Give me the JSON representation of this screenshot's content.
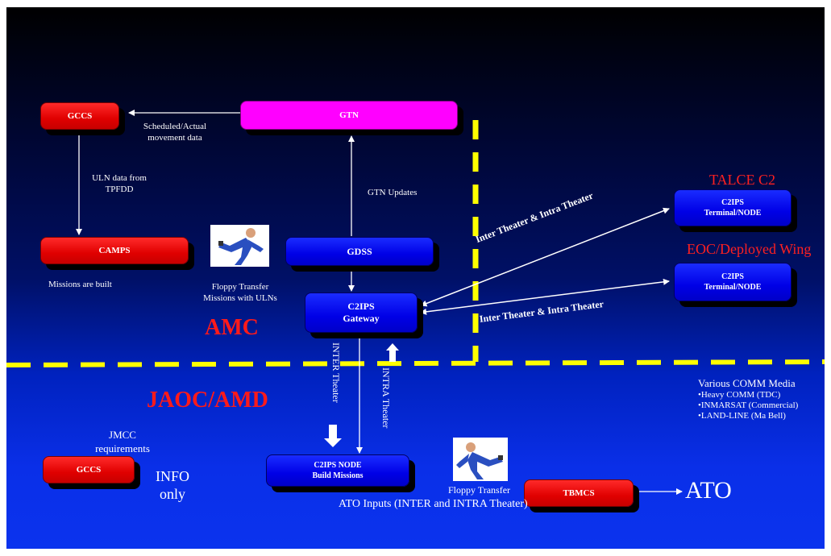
{
  "boxes": {
    "gccs_top": "GCCS",
    "gtn": "GTN",
    "camps": "CAMPS",
    "gdss": "GDSS",
    "c2ips_gateway_line1": "C2IPS",
    "c2ips_gateway_line2": "Gateway",
    "talce_node_line1": "C2IPS",
    "talce_node_line2": "Terminal/NODE",
    "eoc_node_line1": "C2IPS",
    "eoc_node_line2": "Terminal/NODE",
    "gccs_bottom": "GCCS",
    "c2ips_node_line1": "C2IPS NODE",
    "c2ips_node_line2": "Build Missions",
    "tbmcs": "TBMCS"
  },
  "labels": {
    "scheduled_line1": "Scheduled/Actual",
    "scheduled_line2": "movement data",
    "uln_line1": "ULN data from",
    "uln_line2": "TPFDD",
    "gtn_updates": "GTN Updates",
    "missions_built": "Missions are built",
    "floppy_top_line1": "Floppy Transfer",
    "floppy_top_line2": "Missions with ULNs",
    "inter_intra_top": "Inter Theater & Intra Theater",
    "inter_intra_bottom": "Inter Theater & Intra Theater",
    "inter_theater_vertical": "INTER Theater",
    "intra_theater_vertical": "INTRA Theater",
    "jmcc_line1": "JMCC",
    "jmcc_line2": "requirements",
    "info_line1": "INFO",
    "info_line2": "only",
    "floppy_bottom": "Floppy Transfer",
    "ato_inputs": "ATO Inputs (INTER and INTRA Theater)",
    "ato": "ATO",
    "comm_title": "Various COMM Media",
    "comm_1": "•Heavy COMM (TDC)",
    "comm_2": "•INMARSAT (Commercial)",
    "comm_3": "•LAND-LINE (Ma Bell)"
  },
  "headings": {
    "amc": "AMC",
    "jaoc": "JAOC/AMD",
    "talce": "TALCE C2",
    "eoc": "EOC/Deployed Wing"
  },
  "colors": {
    "red_box": "#e00000",
    "blue_box": "#0000e6",
    "gtn_box": "#ff00ff",
    "boundary": "#ffff00",
    "heading_red": "#ff1a1a"
  }
}
